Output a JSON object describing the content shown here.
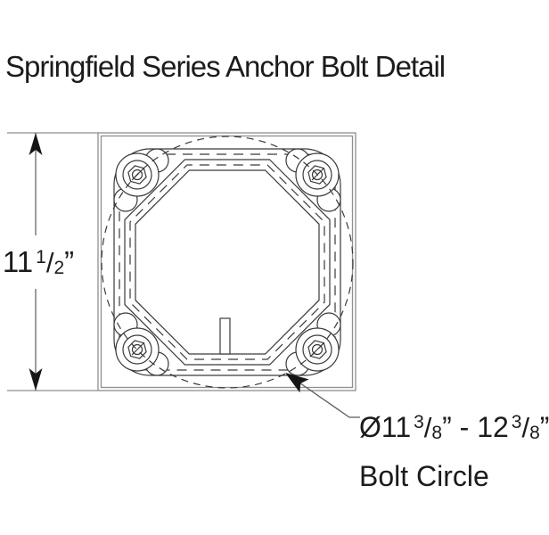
{
  "title": "Springfield Series Anchor Bolt Detail",
  "dimension": {
    "whole": "11",
    "frac": {
      "num": "1",
      "sep": "/",
      "den": "2"
    },
    "unit": "”"
  },
  "bolt_note": {
    "diameter_prefix": "Ø11",
    "frac1": {
      "num": "3",
      "sep": "/",
      "den": "8"
    },
    "mid": "” - 12",
    "frac2": {
      "num": "3",
      "sep": "/",
      "den": "8"
    },
    "suffix": "”",
    "line2": "Bolt Circle"
  },
  "colors": {
    "background": "#ffffff",
    "text": "#1b1b1b",
    "line_dark": "#3a3a3a",
    "line_faint": "#8f8f8f",
    "dimension_line": "#5a5a5a",
    "arrow_fill": "#161616"
  }
}
